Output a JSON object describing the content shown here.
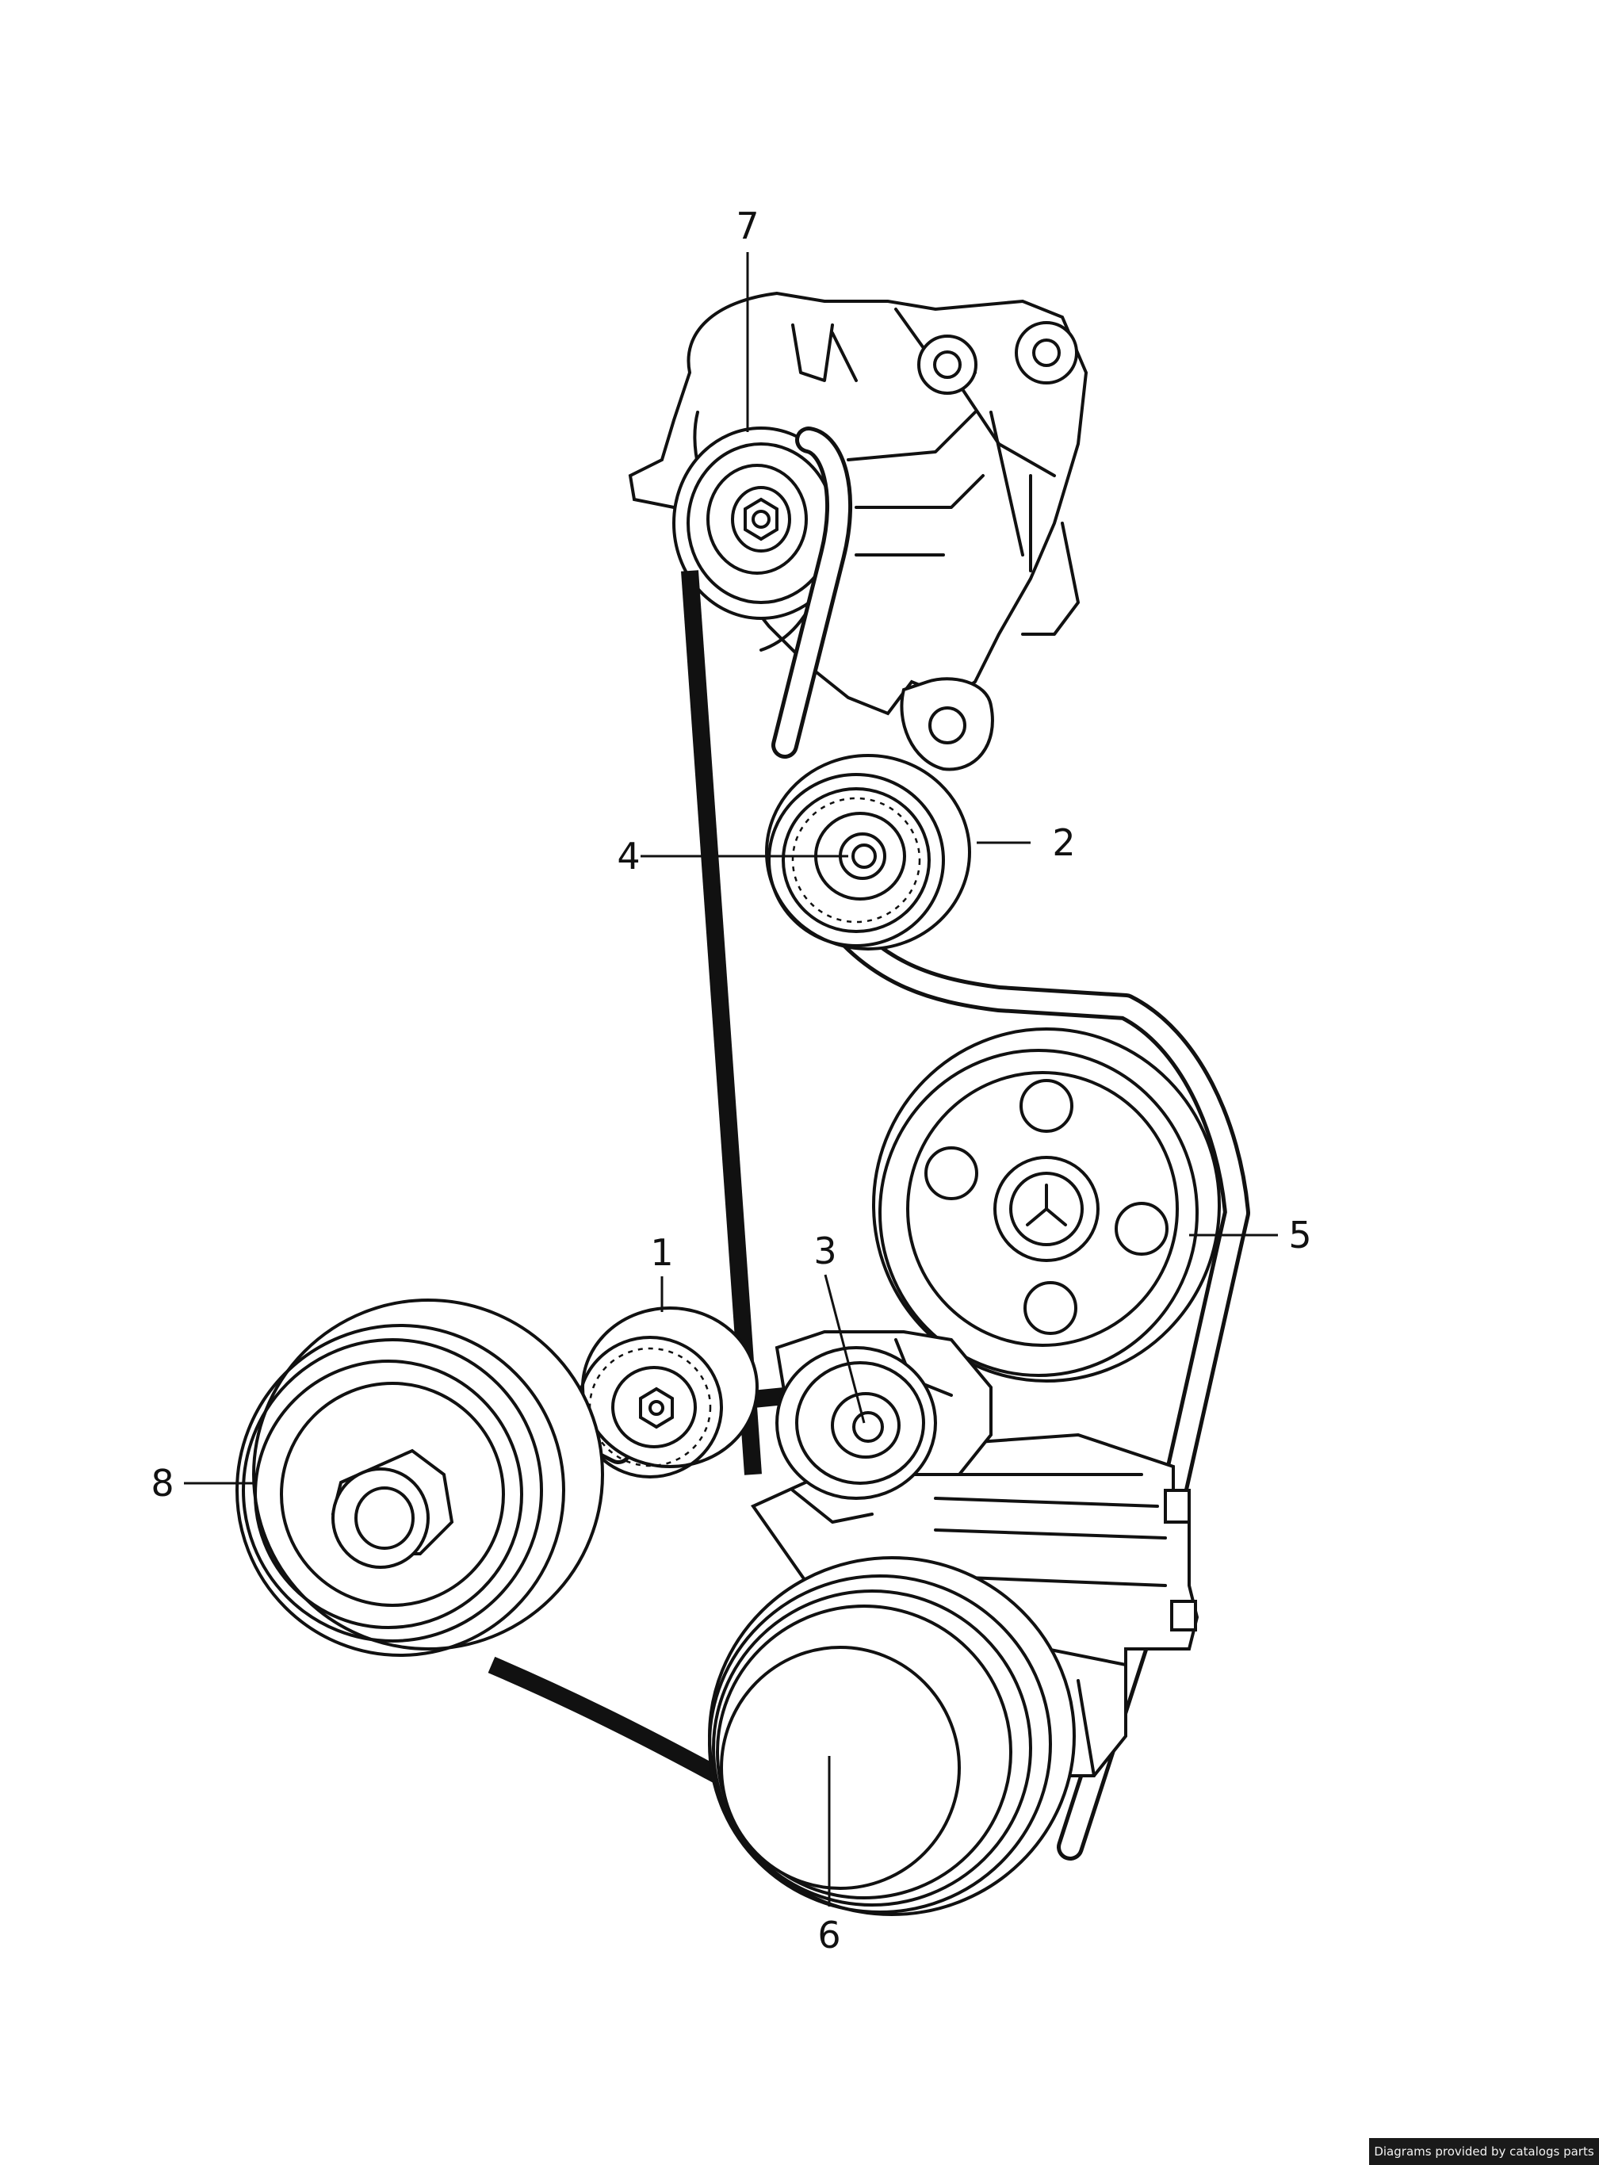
{
  "diagram": {
    "callouts": [
      {
        "id": "1",
        "label": "1"
      },
      {
        "id": "2",
        "label": "2"
      },
      {
        "id": "3",
        "label": "3"
      },
      {
        "id": "4",
        "label": "4"
      },
      {
        "id": "5",
        "label": "5"
      },
      {
        "id": "6",
        "label": "6"
      },
      {
        "id": "7",
        "label": "7"
      },
      {
        "id": "8",
        "label": "8"
      }
    ]
  },
  "footer": {
    "credit": "Diagrams provided by catalogs parts"
  },
  "colors": {
    "line": "#111111",
    "background": "#ffffff",
    "credit_bg": "#1a1a1a"
  }
}
